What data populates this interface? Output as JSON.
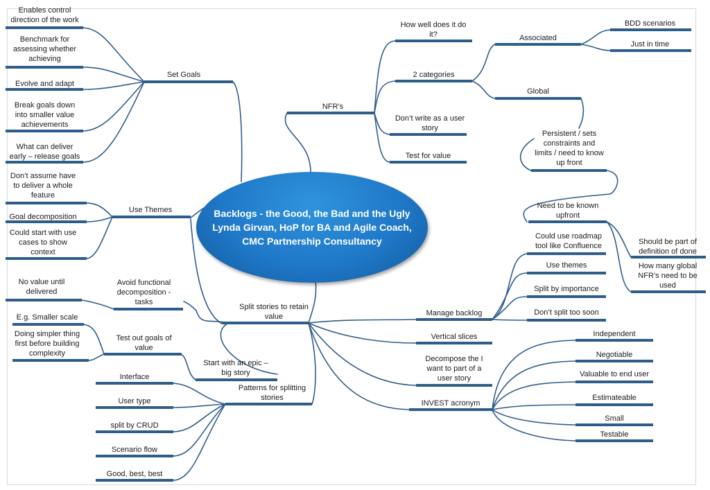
{
  "central": {
    "text": "Backlogs - the Good, the Bad and the Ugly\nLynda Girvan, HoP for BA and Agile Coach,\nCMC Partnership Consultancy"
  },
  "colors": {
    "connector": "#2f5d8a",
    "bubble": "#1f78c8",
    "text": "#1a1a1a"
  },
  "nodes": {
    "set_goals": "Set Goals",
    "enables_control": "Enables control\ndirection of the work",
    "benchmark": "Benchmark for\nassessing whether\nachieving",
    "evolve": "Evolve and adapt",
    "break_goals": "Break goals down\ninto smaller value\nachievements",
    "what_can_deliver": "What can deliver\nearly – release goals",
    "use_themes": "Use Themes",
    "dont_assume": "Don’t assume have\nto deliver a whole\nfeature",
    "goal_decomposition": "Goal decomposition",
    "could_start_use_cases": "Could start with use\ncases to show\ncontext",
    "nfrs": "NFR’s",
    "how_well": "How well does it do\nit?",
    "two_categories": "2 categories",
    "dont_write": "Don’t write as a user\nstory",
    "test_for_value": "Test for value",
    "associated": "Associated",
    "bdd": "BDD scenarios",
    "just_in_time": "Just in time",
    "global": "Global",
    "persistent": "Persistent / sets\nconstraints and\nlimits / need to know\nup front",
    "need_known": "Need to be known\nupfront",
    "part_of_done": "Should be part of\ndefinition of done",
    "how_many_global": "How many global\nNFR’s need to be\nused",
    "split_stories": "Split stories to retain\nvalue",
    "avoid_functional": "Avoid functional\ndecomposition -\ntasks",
    "no_value": "No value until\ndelivered",
    "test_out_goals": "Test out goals of\nvalue",
    "smaller_scale": "E.g. Smaller scale",
    "doing_simpler": "Doing simpler thing\nfirst before building\ncomplexity",
    "start_epic": "Start with an epic –\nbig story",
    "patterns": "Patterns for splitting\nstories",
    "interface": "Interface",
    "user_type": "User type",
    "split_crud": "split by CRUD",
    "scenario_flow": "Scenario flow",
    "good_best": "Good, best, best",
    "manage_backlog": "Manage backlog",
    "roadmap_tool": "Could use roadmap\ntool like Confluence",
    "use_themes_2": "Use themes",
    "split_importance": "Split by importance",
    "dont_split_soon": "Don’t split too soon",
    "vertical_slices": "Vertical slices",
    "decompose_i_want": "Decompose the I\nwant to part of a\nuser story",
    "invest": "INVEST acronym",
    "independent": "Independent",
    "negotiable": "Negotiable",
    "valuable": "Valuable to end user",
    "estimateable": "Estimateable",
    "small": "Small",
    "testable": "Testable"
  }
}
